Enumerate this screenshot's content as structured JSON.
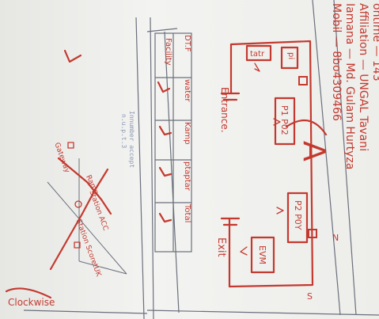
{
  "student": {
    "line1": "ontime — 143",
    "line2": "Affiliation — UNGAL Tavani",
    "line3": "Iamana — Md. Gulam Hurtyza",
    "line4": "Mobil — 8bo4309466"
  },
  "grade": "A",
  "circuit": {
    "boxes": [
      "tatr",
      "pi",
      "P1 P02",
      "P2 P0Y",
      "EVM"
    ],
    "labels": {
      "entrance": "Entrance.",
      "exit": "Exit",
      "corner_s": "S",
      "corner_n": "N"
    }
  },
  "table": {
    "header": [
      "DT.F",
      "water",
      "Kamp",
      "ptaptar",
      "Total"
    ],
    "row_label": "Facility"
  },
  "diagram": {
    "caption_line1": "Innumber accept",
    "caption_line2": "n.u.p.t.3",
    "labels": [
      "Gateway",
      "Ramp",
      "Station ACC",
      "Station ScoretUK"
    ],
    "bottom_label": "Clockwise"
  },
  "colors": {
    "ink": "#c4392f",
    "pencil": "#8b97b5",
    "paper": "#ededea"
  }
}
